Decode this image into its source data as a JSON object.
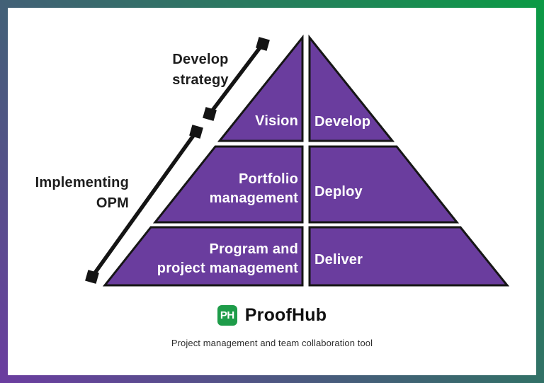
{
  "frame": {
    "gradient_colors": [
      "#6b3da0",
      "#3a686e",
      "#0b9b45"
    ]
  },
  "annotations": {
    "top": {
      "lines": [
        "Develop",
        "strategy"
      ]
    },
    "left": {
      "lines": [
        "Implementing",
        "OPM"
      ]
    }
  },
  "pyramid": {
    "fill": "#6a3d9e",
    "outline": "#161616",
    "rows": [
      {
        "left_lines": [
          "Vision"
        ],
        "right_lines": [
          "Develop"
        ]
      },
      {
        "left_lines": [
          "Portfolio",
          "management"
        ],
        "right_lines": [
          "Deploy"
        ]
      },
      {
        "left_lines": [
          "Program and",
          "project management"
        ],
        "right_lines": [
          "Deliver"
        ]
      }
    ]
  },
  "footer": {
    "logo_monogram": "PH",
    "logo_color": "#1e9c49",
    "brand_name": "ProofHub",
    "tagline": "Project management and team collaboration tool"
  }
}
